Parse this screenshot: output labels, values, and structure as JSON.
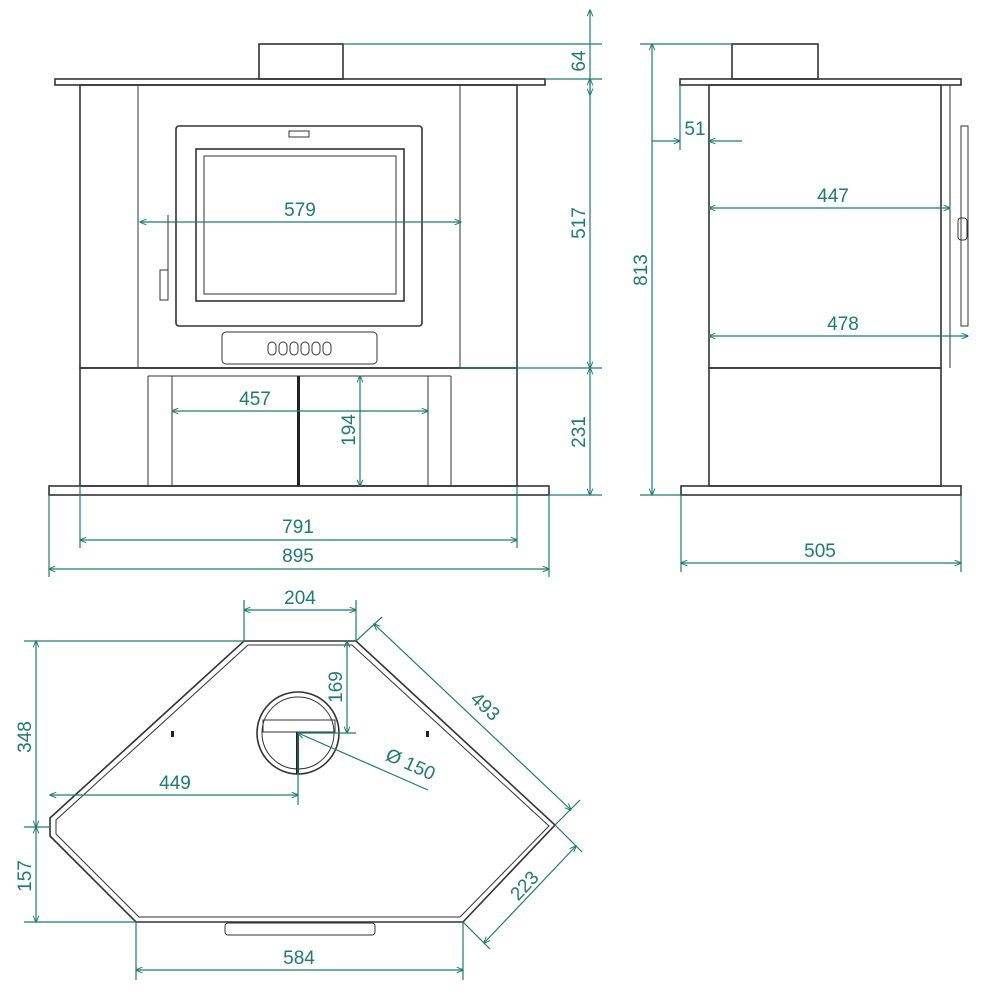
{
  "colors": {
    "dimension": "#1f7a70",
    "outline": "#333333",
    "background": "#ffffff"
  },
  "front_view": {
    "flue_height": "64",
    "firebox_height": "517",
    "base_height": "231",
    "door_glass_width": "579",
    "log_store_width": "457",
    "log_store_height": "194",
    "body_width": "791",
    "overall_width": "895"
  },
  "side_view": {
    "flue_offset": "51",
    "overall_height": "813",
    "inner_depth_upper": "447",
    "inner_depth_lower": "478",
    "overall_depth": "505"
  },
  "plan_view": {
    "back_width": "204",
    "flue_center_offset": "169",
    "diagonal_side": "493",
    "depth_back": "348",
    "flue_center_x": "449",
    "flue_diameter": "Ø 150",
    "front_corner_depth": "157",
    "front_chamfer": "223",
    "front_width": "584"
  }
}
